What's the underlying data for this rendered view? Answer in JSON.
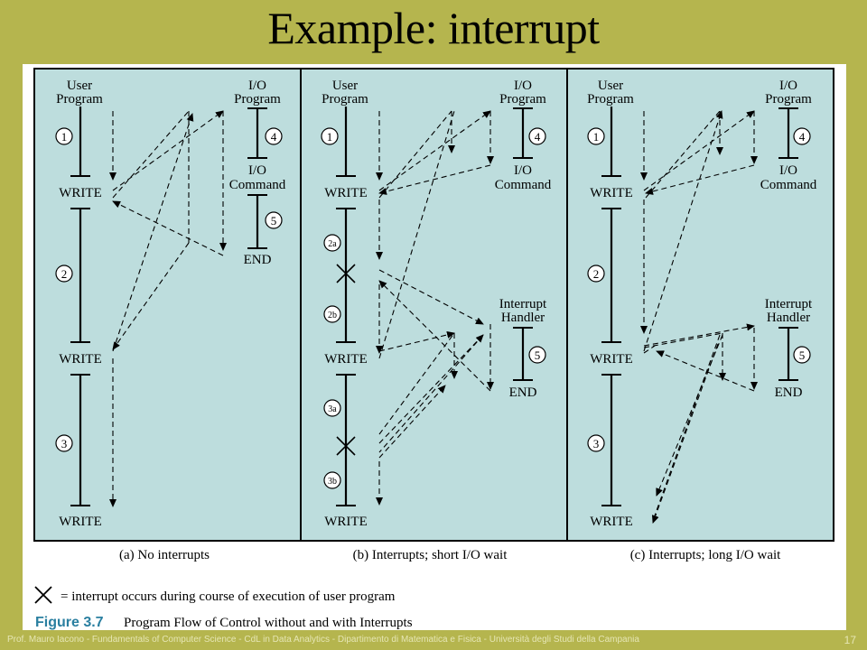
{
  "slide": {
    "title": "Example: interrupt",
    "footer": "Prof. Mauro Iacono - Fundamentals of Computer Science - CdL in Data Analytics - Dipartimento di Matematica e Fisica - Università degli Studi della Campania",
    "page_number": "17"
  },
  "figure": {
    "panels": [
      {
        "caption": "(a) No interrupts"
      },
      {
        "caption": "(b) Interrupts; short I/O wait"
      },
      {
        "caption": "(c) Interrupts; long I/O wait"
      }
    ],
    "labels": {
      "user": "User",
      "program": "Program",
      "io": "I/O",
      "command": "Command",
      "write": "WRITE",
      "end": "END",
      "interrupt": "Interrupt",
      "handler": "Handler"
    },
    "step_numbers": {
      "one": "1",
      "two": "2",
      "three": "3",
      "four": "4",
      "five": "5",
      "two_a": "2a",
      "two_b": "2b",
      "three_a": "3a",
      "three_b": "3b"
    },
    "legend_text": "= interrupt occurs during course of execution of user program",
    "figure_label": "Figure 3.7",
    "figure_title": "Program Flow of Control without and with Interrupts",
    "colors": {
      "panel_fill": "#bddddd",
      "figure_label": "#2a7fa0",
      "slide_bg": "#b5b54e"
    }
  }
}
